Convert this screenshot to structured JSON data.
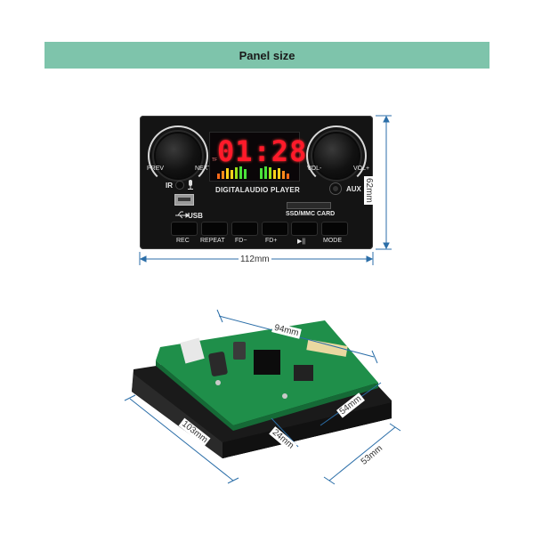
{
  "banner": {
    "title": "Panel size"
  },
  "panel": {
    "clock": "01:28",
    "tf_label": "TF",
    "knob_left_label": "PREV",
    "knob_left_label2": "NEXT",
    "knob_right_label": "VOL-",
    "knob_right_label2": "VOL+",
    "ir_label": "IR",
    "mic_icon": "microphone-icon",
    "title": "DIGITALAUDIO PLAYER",
    "aux_label": "AUX",
    "usb_label": "USB",
    "card_label": "SSD/MMC CARD",
    "buttons": [
      "REC",
      "REPEAT",
      "FD−",
      "FD+",
      "▶||",
      "MODE"
    ]
  },
  "dimensions": {
    "panel_width": "112mm",
    "panel_height": "62mm",
    "board_length": "94mm",
    "board_width": "54mm",
    "case_length": "103mm",
    "case_depth": "24mm",
    "case_width": "53mm"
  },
  "colors": {
    "banner": "#7ec4ab",
    "display_red": "#ff1a2a",
    "pcb_green": "#1f8f4a"
  }
}
